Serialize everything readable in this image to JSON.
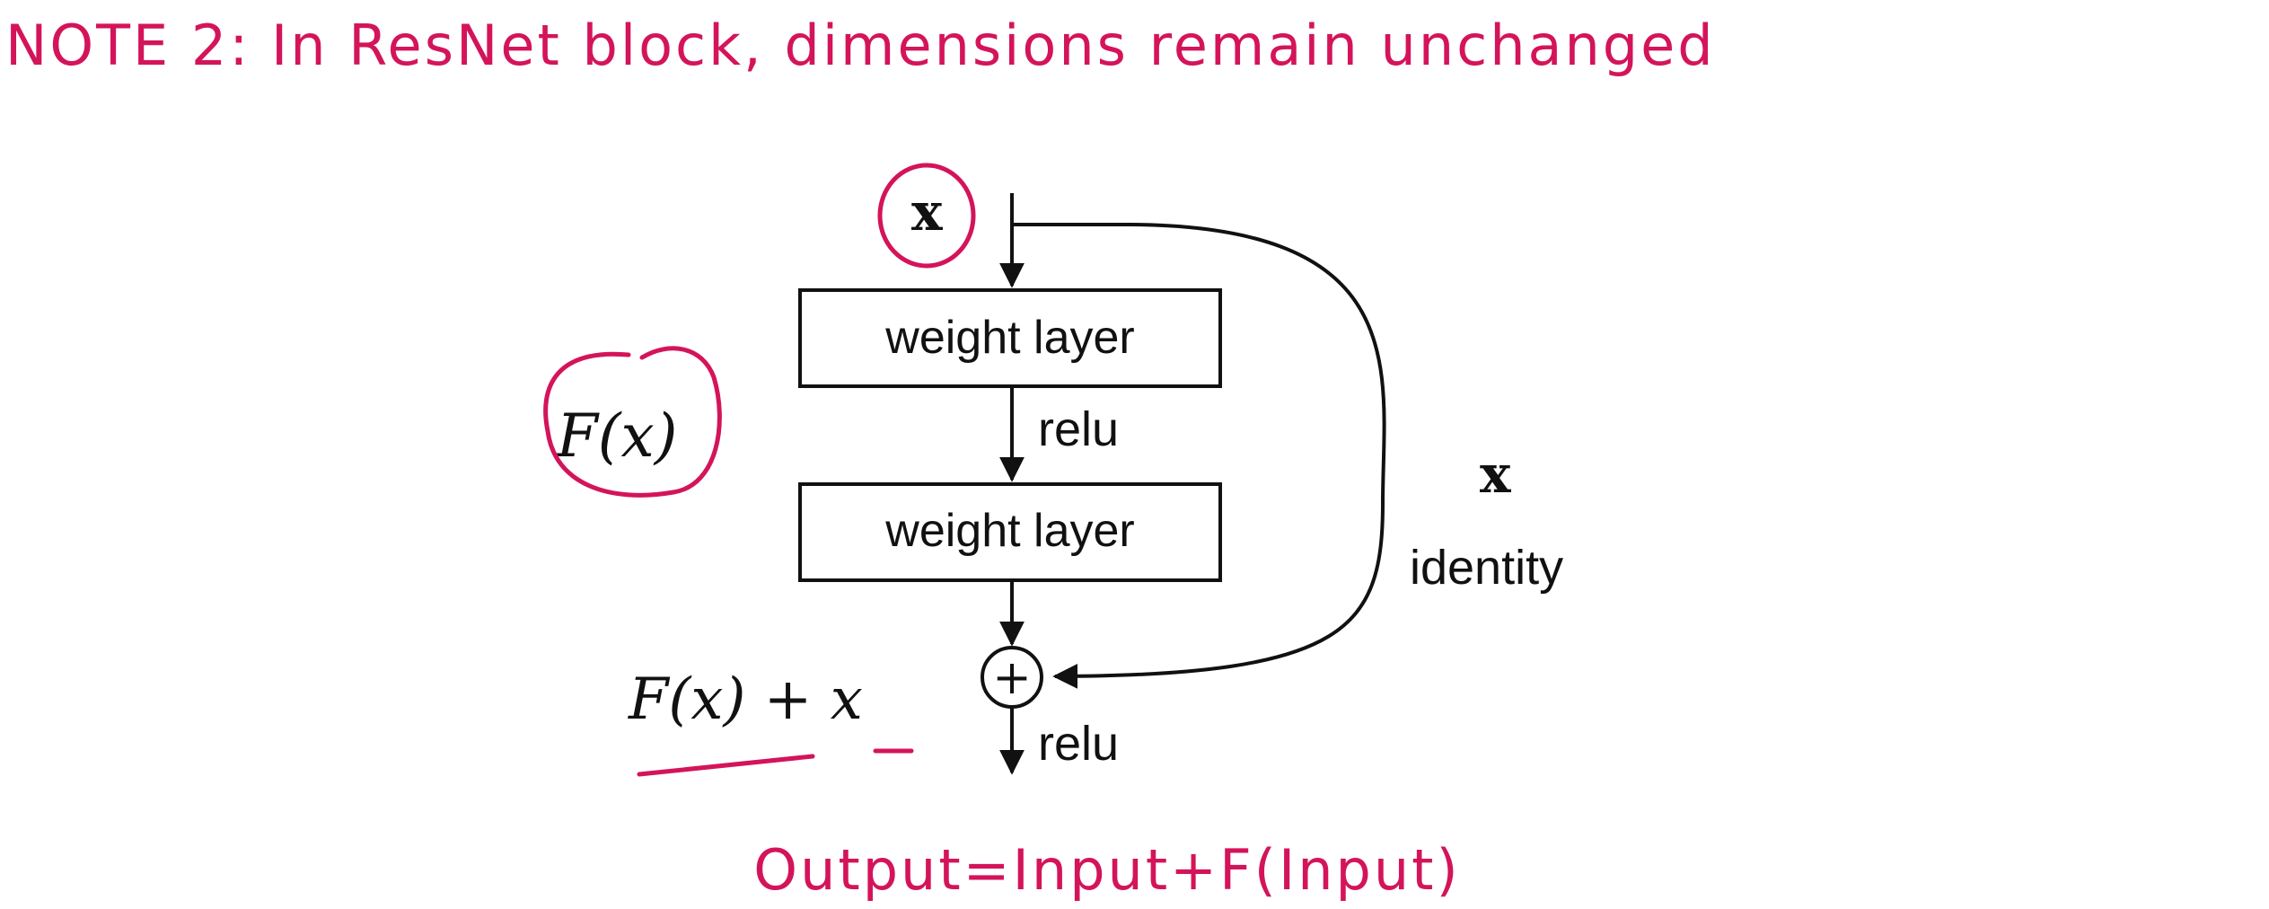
{
  "note": {
    "title": "NOTE 2: In ResNet block, dimensions remain unchanged"
  },
  "diagram": {
    "input_label": "x",
    "weight_layer_1": "weight layer",
    "relu_1": "relu",
    "weight_layer_2": "weight layer",
    "relu_2": "relu",
    "residual_label": "F(x)",
    "sum_label": "F(x) + x",
    "shortcut_label": "x",
    "identity_label": "identity",
    "plus_symbol": "+"
  },
  "formula": {
    "text": "Output=Input+F(Input)"
  },
  "colors": {
    "annotation": "#d4145a",
    "ink": "#111111"
  }
}
